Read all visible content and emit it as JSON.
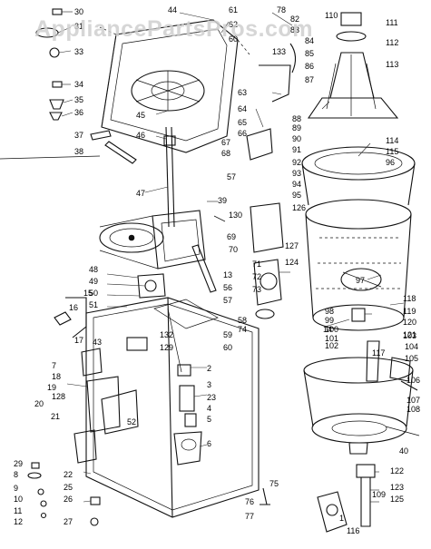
{
  "watermark": "AppliancePartsPros.com",
  "labels": [
    "30",
    "31",
    "33",
    "34",
    "35",
    "36",
    "37",
    "38",
    "44",
    "61",
    "62",
    "60",
    "57",
    "45",
    "46",
    "47",
    "39",
    "130",
    "48",
    "49",
    "50",
    "51",
    "52",
    "15",
    "16",
    "17",
    "43",
    "132",
    "129",
    "59",
    "60",
    "2",
    "3",
    "23",
    "4",
    "5",
    "6",
    "7",
    "18",
    "19",
    "128",
    "20",
    "21",
    "22",
    "25",
    "26",
    "27",
    "29",
    "8",
    "9",
    "10",
    "11",
    "12",
    "13",
    "56",
    "57",
    "58",
    "74",
    "75",
    "76",
    "77",
    "78",
    "82",
    "83",
    "84",
    "85",
    "86",
    "87",
    "63",
    "64",
    "65",
    "66",
    "67",
    "68",
    "69",
    "70",
    "71",
    "72",
    "73",
    "88",
    "89",
    "90",
    "91",
    "92",
    "93",
    "94",
    "95",
    "126",
    "127",
    "124",
    "110",
    "111",
    "112",
    "113",
    "114",
    "115",
    "96",
    "97",
    "98",
    "99",
    "100",
    "101",
    "102",
    "103",
    "104",
    "105",
    "106",
    "107",
    "108",
    "109",
    "116",
    "117",
    "118",
    "119",
    "120",
    "121",
    "122",
    "123",
    "125",
    "133",
    "14",
    "40",
    "1"
  ]
}
